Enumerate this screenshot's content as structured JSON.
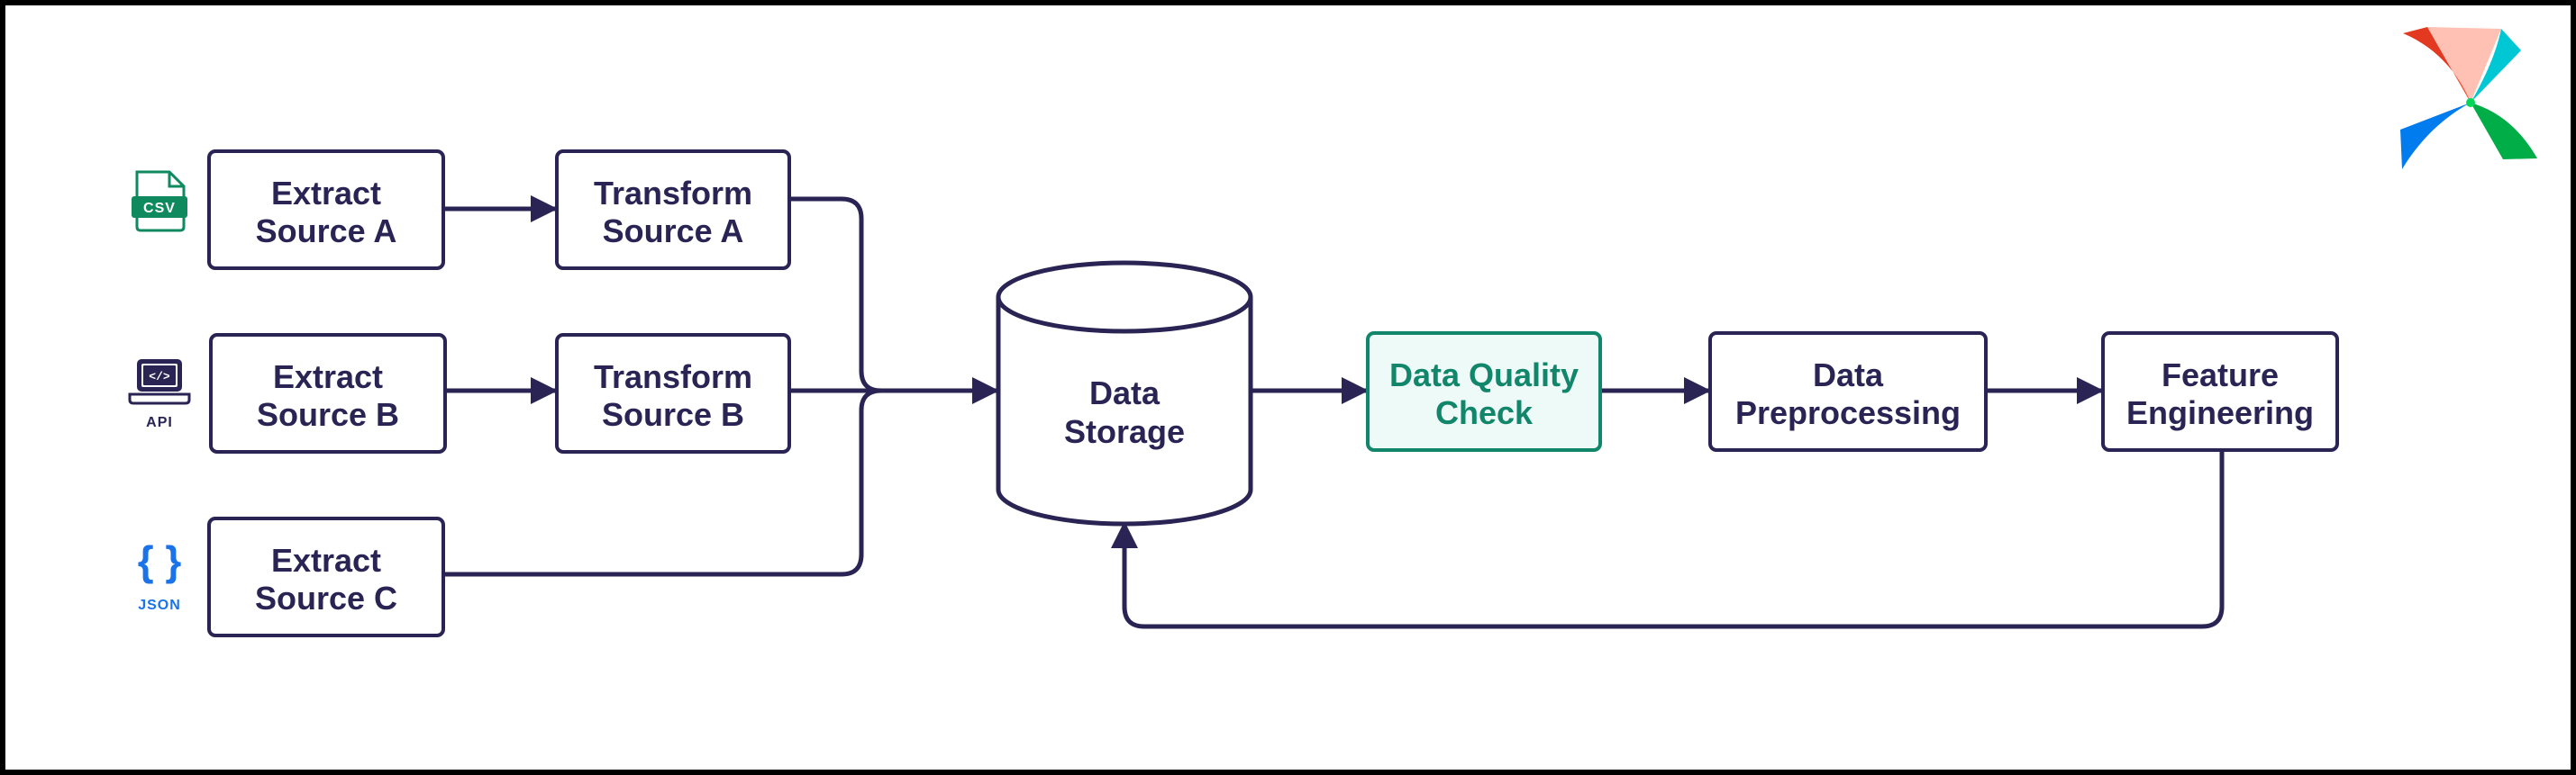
{
  "colors": {
    "ink": "#2a2455",
    "accent_green": "#12866a",
    "accent_green_fill": "#eefaf7",
    "json_blue": "#1a73e8",
    "csv_green": "#0f8a5f",
    "background": "#ffffff",
    "frame": "#000000"
  },
  "sources": [
    {
      "icon": "csv-file-icon",
      "icon_label": "CSV",
      "extract_label": [
        "Extract",
        "Source A"
      ],
      "transform_label": [
        "Transform",
        "Source A"
      ]
    },
    {
      "icon": "laptop-code-icon",
      "icon_label": "API",
      "extract_label": [
        "Extract",
        "Source B"
      ],
      "transform_label": [
        "Transform",
        "Source B"
      ]
    },
    {
      "icon": "json-braces-icon",
      "icon_label": "JSON",
      "extract_label": [
        "Extract",
        "Source C"
      ]
    }
  ],
  "storage": {
    "label": [
      "Data",
      "Storage"
    ]
  },
  "pipeline": [
    {
      "id": "quality",
      "label": [
        "Data Quality",
        "Check"
      ],
      "highlight": true
    },
    {
      "id": "preprocessing",
      "label": [
        "Data",
        "Preprocessing"
      ],
      "highlight": false
    },
    {
      "id": "features",
      "label": [
        "Feature",
        "Engineering"
      ],
      "highlight": false
    }
  ],
  "logo": {
    "icon": "airflow-pinwheel-icon"
  }
}
